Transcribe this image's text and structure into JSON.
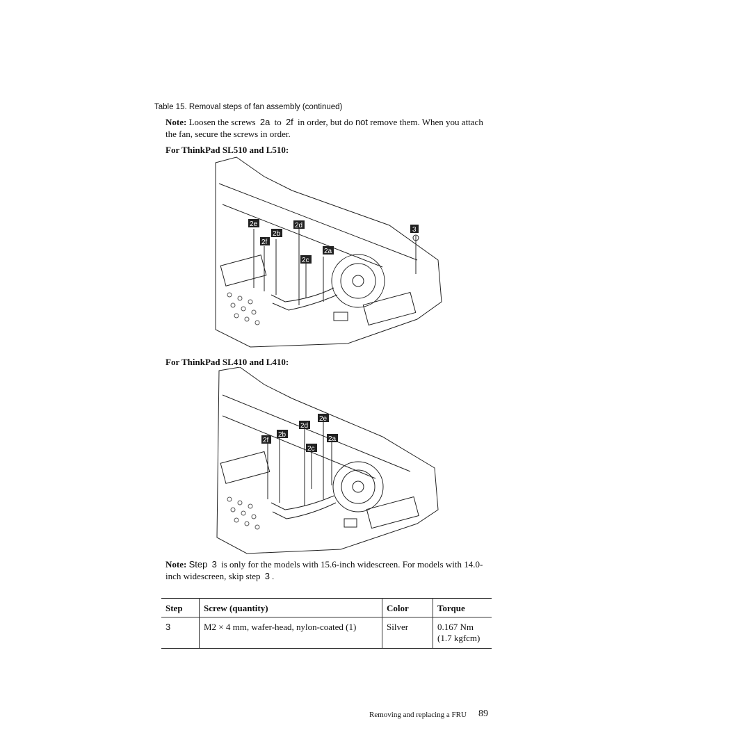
{
  "caption": "Table 15. Removal steps of fan assembly (continued)",
  "note1": {
    "label": "Note:",
    "part1": "Loosen the screws",
    "screw_from": "2a",
    "part2": "to",
    "screw_to": "2f",
    "part3": "in order, but do",
    "not_word": "not",
    "part4": "remove them. When you attach the fan, secure the screws in order."
  },
  "section1_heading": "For ThinkPad SL510 and L510:",
  "section2_heading": "For ThinkPad SL410 and L410:",
  "figure1_callouts": [
    "2e",
    "2d",
    "3",
    "2b",
    "2f",
    "2a",
    "2c"
  ],
  "figure2_callouts": [
    "2e",
    "2d",
    "2b",
    "2f",
    "2a",
    "2c"
  ],
  "note2": {
    "label": "Note:",
    "part1": "Step",
    "step_ref": "3",
    "part2": "is only for the models with 15.6-inch widescreen. For models with 14.0-inch widescreen, skip step",
    "step_ref2": "3",
    "part3": "."
  },
  "table": {
    "headers": [
      "Step",
      "Screw (quantity)",
      "Color",
      "Torque"
    ],
    "rows": [
      {
        "step": "3",
        "screw": "M2 × 4 mm, wafer-head, nylon-coated (1)",
        "color": "Silver",
        "torque_nm": "0.167 Nm",
        "torque_kgfcm": "(1.7 kgfcm)"
      }
    ]
  },
  "footer": {
    "text": "Removing and replacing a FRU",
    "page_number": "89"
  }
}
